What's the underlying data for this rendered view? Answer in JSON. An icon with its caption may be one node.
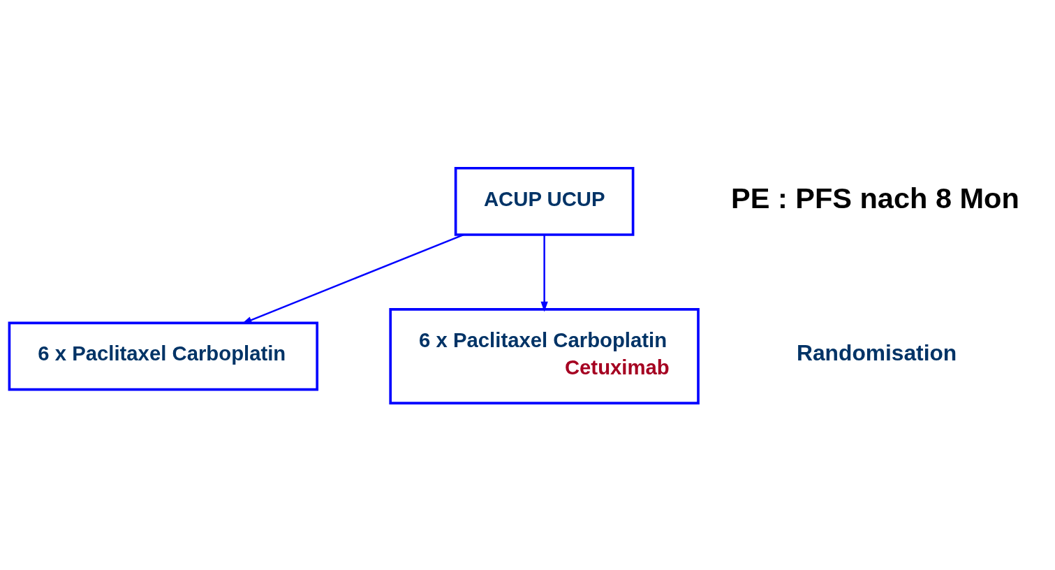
{
  "diagram": {
    "nodes": [
      {
        "text": [
          "ACUP UCUP"
        ]
      },
      {
        "text": [
          "6 x Paclitaxel Carboplatin"
        ]
      },
      {
        "text": [
          "6 x Paclitaxel Carboplatin",
          "Cetuximab"
        ]
      }
    ],
    "edges": [
      {
        "from": 0,
        "to": 1,
        "arrow": "to"
      },
      {
        "from": 0,
        "to": 2,
        "arrow": "to"
      }
    ],
    "labels": [
      "PE : PFS nach 8 Mon",
      "Randomisation"
    ]
  }
}
